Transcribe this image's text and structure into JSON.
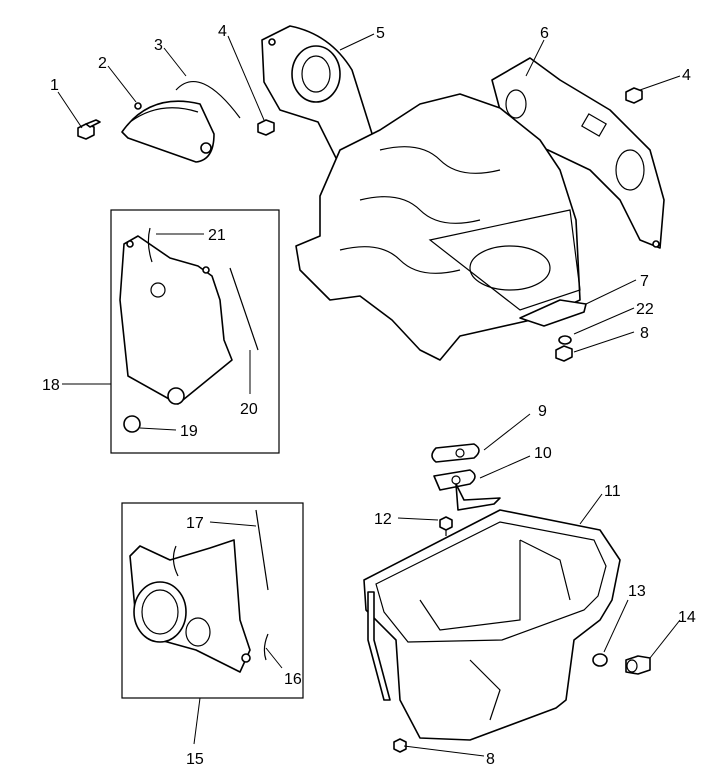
{
  "labels": {
    "l1": "1",
    "l2": "2",
    "l3": "3",
    "l4a": "4",
    "l5": "5",
    "l6": "6",
    "l4b": "4",
    "l7": "7",
    "l22": "22",
    "l8a": "8",
    "l21": "21",
    "l18": "18",
    "l20": "20",
    "l19": "19",
    "l9": "9",
    "l10": "10",
    "l11": "11",
    "l12": "12",
    "l17": "17",
    "l13": "13",
    "l14": "14",
    "l16": "16",
    "l15": "15",
    "l8b": "8"
  }
}
